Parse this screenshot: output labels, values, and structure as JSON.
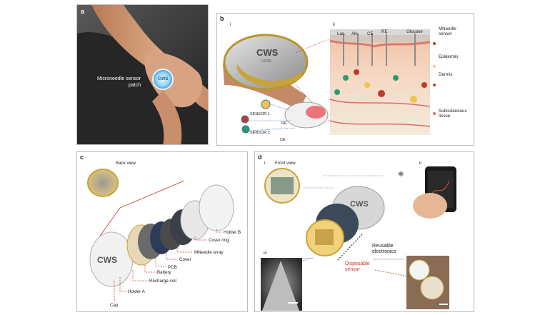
{
  "panel_a": {
    "letter": "a",
    "label_line1": "Microneedle sensor",
    "label_line2": "patch",
    "device_text": "CWS"
  },
  "panel_b": {
    "letter": "b",
    "sub_i": "i",
    "sub_ii": "ii",
    "device_text": "CWS",
    "device_sub": "UCSD",
    "electrodes": [
      "Lac.",
      "Alc.",
      "CE",
      "RE",
      "Glucose"
    ],
    "sensor1": "SENSOR 1",
    "re": "RE",
    "sensor2": "SENSOR 2",
    "ce": "CE",
    "layers": [
      "MNeedle sensor",
      "Epidermis",
      "Dermis",
      "Subcutaneous tissue"
    ],
    "mneedle_line1": "MNeedle",
    "mneedle_line2": "sensor",
    "subq_line1": "Subcutaneous",
    "subq_line2": "tissue"
  },
  "panel_c": {
    "letter": "c",
    "back_view": "Back view",
    "device_text": "CWS",
    "parts": [
      "Holder B",
      "Cover ring",
      "MNeedle array",
      "Cover",
      "PCB",
      "Battery",
      "Recharge coil",
      "Holder A",
      "Cap"
    ]
  },
  "panel_d": {
    "letter": "d",
    "sub_i": "i",
    "sub_ii": "ii",
    "sub_iii": "iii",
    "front_view": "Front view",
    "device_text": "CWS",
    "reusable_line1": "Reusable",
    "reusable_line2": "electronics",
    "disposable_line1": "Disposable",
    "disposable_line2": "sensor",
    "bluetooth_icon": "bluetooth-icon"
  },
  "colors": {
    "skin": "#d9a07c",
    "shirt": "#2b2b2b",
    "red_dash": "#c0392b",
    "gold": "#c9a23a",
    "panel_border": "#bdbdbd"
  }
}
